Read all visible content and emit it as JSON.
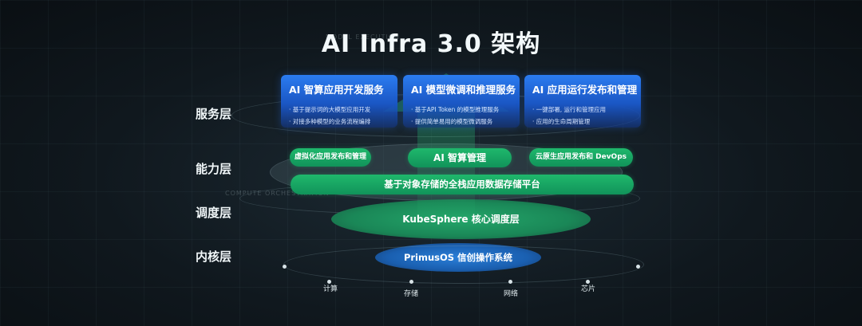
{
  "title": "AI Infra 3.0 架构",
  "faint_labels": {
    "model_execution": "MODEL EXECUTION",
    "compute_orchestration": "COMPUTE ORCHESTRATION"
  },
  "row_labels": [
    "服务层",
    "能力层",
    "调度层",
    "内核层"
  ],
  "service_layer": {
    "cards": [
      {
        "title": "AI 智算应用开发服务",
        "items": [
          "· 基于提示词的大模型应用开发",
          "· 对接多种模型的业务流程编排"
        ]
      },
      {
        "title": "AI 模型微调和推理服务",
        "items": [
          "· 基于API Token 的模型推理服务",
          "· 提供简单易用的模型微调服务"
        ]
      },
      {
        "title": "AI 应用运行发布和管理",
        "items": [
          "· 一键部署, 运行和管理应用",
          "· 应用的生命周期管理"
        ]
      }
    ]
  },
  "capability_layer": {
    "pills": [
      "虚拟化应用发布和管理",
      "AI 智算管理",
      "云原生应用发布和 DevOps"
    ],
    "platform": "基于对象存储的全栈应用数据存储平台"
  },
  "scheduling_layer": {
    "label": "KubeSphere 核心调度层"
  },
  "kernel_layer": {
    "label": "PrimusOS 信创操作系统"
  },
  "foundation": [
    "计算",
    "存储",
    "网络",
    "芯片"
  ],
  "colors": {
    "service_blue": "#1a56c4",
    "capability_green": "#1fb86c",
    "kernel_blue": "#1e6fd0"
  }
}
